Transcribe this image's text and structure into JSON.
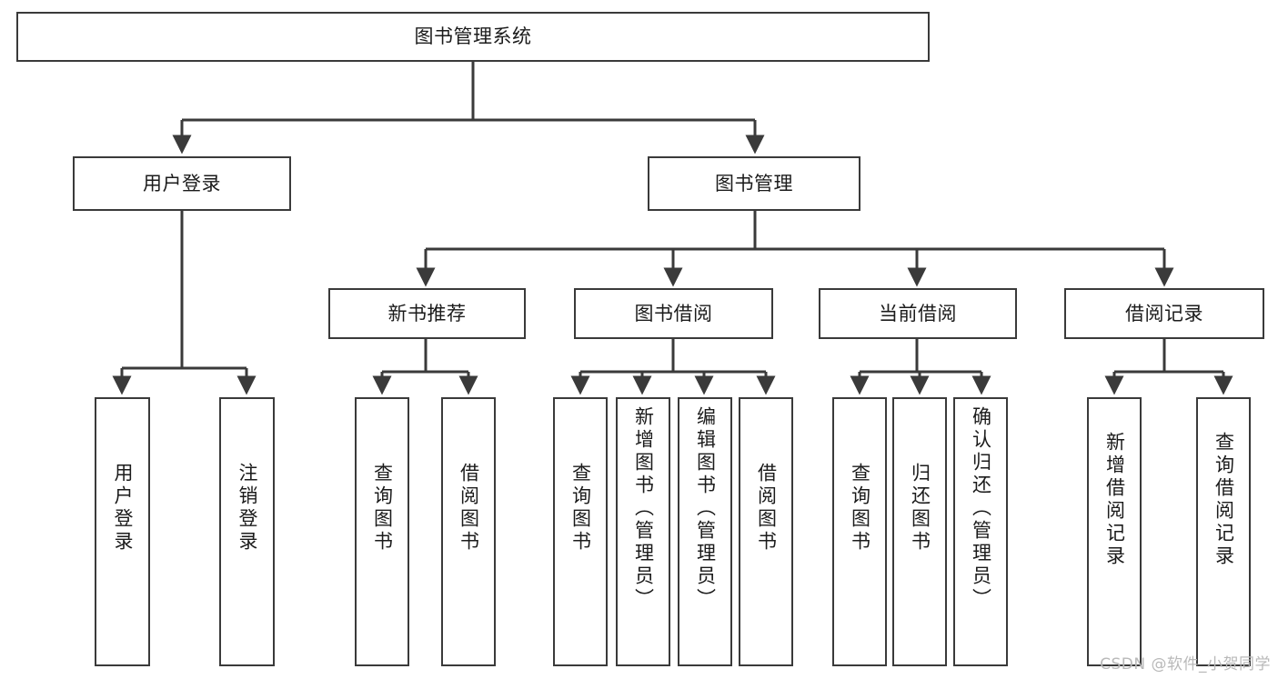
{
  "diagram": {
    "title": "图书管理系统",
    "type": "tree-hierarchy",
    "watermark": "CSDN @软件_小贺同学",
    "colors": {
      "background": "#ffffff",
      "box_border": "#3a3a3a",
      "box_fill": "#ffffff",
      "connector": "#3a3a3a",
      "text": "#1b1b1b",
      "watermark": "#b9b9b9"
    },
    "nodes": {
      "root": {
        "label": "图书管理系统",
        "orientation": "horizontal"
      },
      "level2": [
        {
          "id": "user-login",
          "label": "用户登录",
          "orientation": "horizontal"
        },
        {
          "id": "book-manage",
          "label": "图书管理",
          "orientation": "horizontal"
        }
      ],
      "level3": [
        {
          "id": "new-book-recommend",
          "label": "新书推荐",
          "orientation": "horizontal"
        },
        {
          "id": "book-borrow",
          "label": "图书借阅",
          "orientation": "horizontal"
        },
        {
          "id": "current-borrow",
          "label": "当前借阅",
          "orientation": "horizontal"
        },
        {
          "id": "borrow-record",
          "label": "借阅记录",
          "orientation": "horizontal"
        }
      ],
      "leaves": {
        "user-login": [
          {
            "id": "leaf-user-login",
            "label": "用户登录",
            "orientation": "vertical"
          },
          {
            "id": "leaf-logout-login",
            "label": "注销登录",
            "orientation": "vertical"
          }
        ],
        "new-book-recommend": [
          {
            "id": "leaf-query-book-1",
            "label": "查询图书",
            "orientation": "vertical"
          },
          {
            "id": "leaf-borrow-book-1",
            "label": "借阅图书",
            "orientation": "vertical"
          }
        ],
        "book-borrow": [
          {
            "id": "leaf-query-book-2",
            "label": "查询图书",
            "orientation": "vertical"
          },
          {
            "id": "leaf-add-book",
            "label": "新增图书（管理员）",
            "orientation": "vertical"
          },
          {
            "id": "leaf-edit-book",
            "label": "编辑图书（管理员）",
            "orientation": "vertical"
          },
          {
            "id": "leaf-borrow-book-2",
            "label": "借阅图书",
            "orientation": "vertical"
          }
        ],
        "current-borrow": [
          {
            "id": "leaf-query-book-3",
            "label": "查询图书",
            "orientation": "vertical"
          },
          {
            "id": "leaf-return-book",
            "label": "归还图书",
            "orientation": "vertical"
          },
          {
            "id": "leaf-confirm-return",
            "label": "确认归还（管理员）",
            "orientation": "vertical"
          }
        ],
        "borrow-record": [
          {
            "id": "leaf-add-record",
            "label": "新增借阅记录",
            "orientation": "vertical"
          },
          {
            "id": "leaf-query-record",
            "label": "查询借阅记录",
            "orientation": "vertical"
          }
        ]
      }
    }
  }
}
